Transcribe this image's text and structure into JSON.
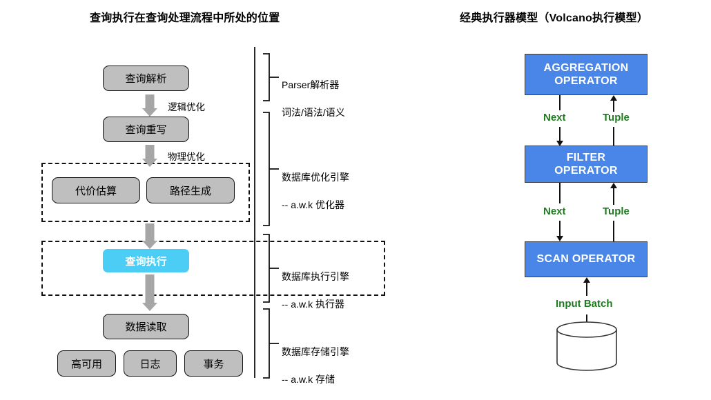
{
  "titles": {
    "left": "查询执行在查询处理流程中所处的位置",
    "right": "经典执行器模型（Volcano执行模型）"
  },
  "left_panel": {
    "nodes": {
      "parse": "查询解析",
      "rewrite": "查询重写",
      "cost_estimate": "代价估算",
      "path_generation": "路径生成",
      "execute": "查询执行",
      "data_read": "数据读取",
      "high_availability": "高可用",
      "log": "日志",
      "transaction": "事务"
    },
    "edge_labels": {
      "logical_opt": "逻辑优化",
      "physical_opt": "物理优化"
    },
    "brackets": [
      {
        "line1": "Parser解析器",
        "line2": "词法/语法/语义"
      },
      {
        "line1": "数据库优化引擎",
        "line2": "-- a.w.k 优化器"
      },
      {
        "line1": "数据库执行引擎",
        "line2": "-- a.w.k 执行器"
      },
      {
        "line1": "数据库存储引擎",
        "line2": "-- a.w.k 存储"
      }
    ]
  },
  "right_panel": {
    "operators": [
      {
        "line1": "AGGREGATION",
        "line2": "OPERATOR"
      },
      {
        "line1": "FILTER",
        "line2": "OPERATOR"
      },
      {
        "line1": "SCAN OPERATOR",
        "line2": ""
      }
    ],
    "flow_labels": {
      "next_1": "Next",
      "tuple_1": "Tuple",
      "next_2": "Next",
      "tuple_2": "Tuple",
      "input_batch": "Input Batch"
    }
  },
  "colors": {
    "operator_blue": "#4a86e8",
    "highlight_cyan": "#4ccdf5",
    "process_grey": "#bfbfbf",
    "arrow_grey": "#a6a6a6",
    "label_green": "#1f7a1f"
  }
}
